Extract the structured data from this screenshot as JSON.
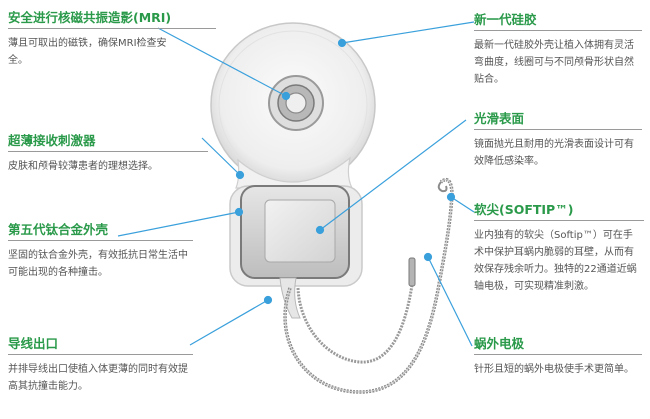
{
  "features": {
    "mri": {
      "title": "安全进行核磁共振造影(MRI)",
      "desc": "薄且可取出的磁铁，确保MRI检查安全。"
    },
    "receiver": {
      "title": "超薄接收刺激器",
      "desc": "皮肤和颅骨较薄患者的理想选择。"
    },
    "titanium": {
      "title": "第五代钛合金外壳",
      "desc": "坚固的钛合金外壳，有效抵抗日常生活中可能出现的各种撞击。"
    },
    "lead_exit": {
      "title": "导线出口",
      "desc": "并排导线出口使植入体更薄的同时有效提高其抗撞击能力。"
    },
    "silicone": {
      "title": "新一代硅胶",
      "desc": "最新一代硅胶外壳让植入体拥有灵活弯曲度，线圈可与不同颅骨形状自然贴合。"
    },
    "smooth": {
      "title": "光滑表面",
      "desc": "镜面抛光且耐用的光滑表面设计可有效降低感染率。"
    },
    "softip": {
      "title": "软尖(SOFTIP™)",
      "desc": "业内独有的软尖（Softip™）可在手术中保护耳蜗内脆弱的耳壁，从而有效保存残余听力。独特的22通道近蜗轴电极，可实现精准刺激。"
    },
    "extra_electrode": {
      "title": "蜗外电极",
      "desc": "针形且短的蜗外电极使手术更简单。"
    }
  },
  "colors": {
    "title_green": "#2a9a4a",
    "leader_blue": "#3aa0dc",
    "desc_gray": "#555555"
  }
}
